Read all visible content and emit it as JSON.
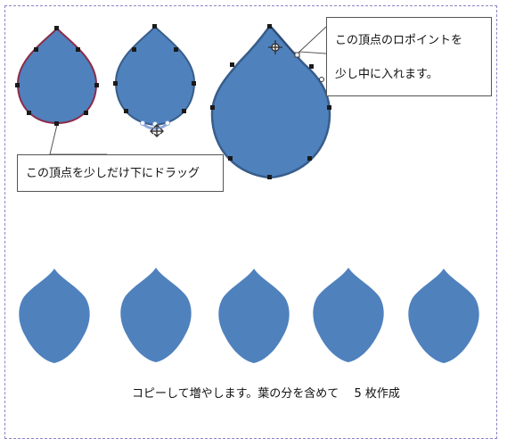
{
  "colors": {
    "petal_fill": "#4f81bd",
    "petal_outline": "#385d8a",
    "selected_outline": "#8b2c4a",
    "frame_border": "#8b84c6",
    "callout_border": "#555555",
    "guide_handle": "#8fa8da"
  },
  "callouts": {
    "drag_down": "この頂点を少しだけ下にドラッグ",
    "point_line1": "この頂点のロポイントを",
    "point_line2": "少し中に入れます。"
  },
  "caption": "コピーして増やします。葉の分を含めて　 5 枚作成",
  "icons": [
    "move-cursor-icon"
  ]
}
